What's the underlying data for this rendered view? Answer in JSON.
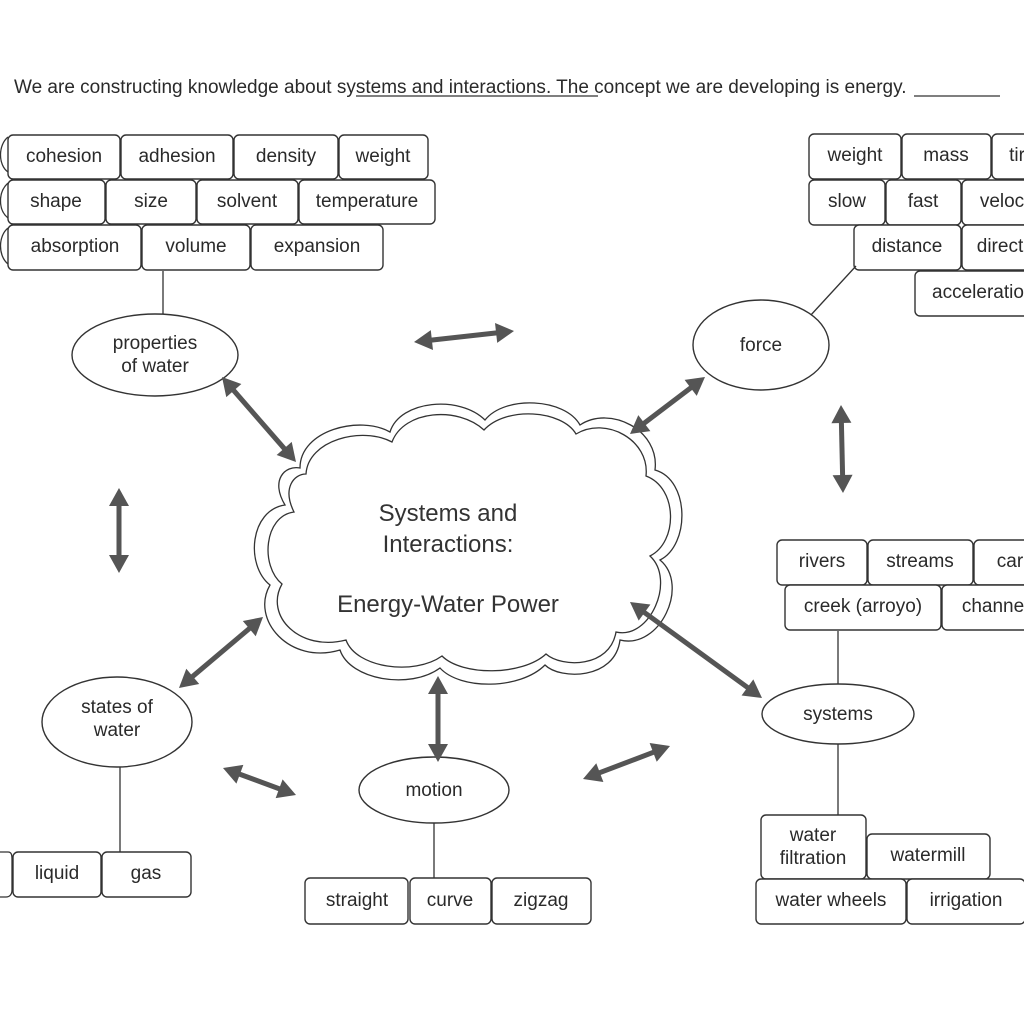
{
  "header": {
    "prefix": "We are constructing knowledge about ",
    "topic": "systems and interactions",
    "middle": ". The concept we are developing is ",
    "concept": "energy",
    "suffix": "."
  },
  "center": {
    "line1": "Systems and",
    "line2": "Interactions:",
    "line3": "Energy-Water Power"
  },
  "nodes": {
    "properties_line1": "properties",
    "properties_line2": "of water",
    "force": "force",
    "states_line1": "states of",
    "states_line2": "water",
    "motion": "motion",
    "systems": "systems"
  },
  "properties_terms": [
    "cohesion",
    "adhesion",
    "density",
    "weight",
    "shape",
    "size",
    "solvent",
    "temperature",
    "absorption",
    "volume",
    "expansion"
  ],
  "force_terms": [
    "weight",
    "mass",
    "tir",
    "slow",
    "fast",
    "veloc",
    "distance",
    "direct",
    "acceleratio"
  ],
  "states_terms": [
    "liquid",
    "gas"
  ],
  "motion_terms": [
    "straight",
    "curve",
    "zigzag"
  ],
  "waterways_terms": [
    "rivers",
    "streams",
    "car",
    "creek (arroyo)",
    "channe"
  ],
  "uses_terms": {
    "filtration_line1": "water",
    "filtration_line2": "filtration",
    "watermill": "watermill",
    "wheels": "water wheels",
    "irrigation": "irrigation"
  }
}
